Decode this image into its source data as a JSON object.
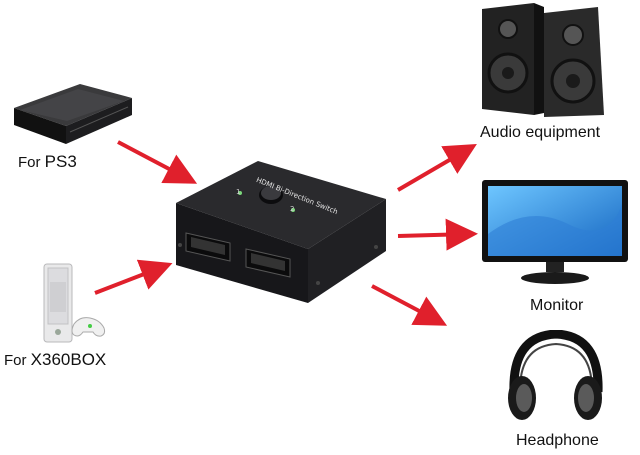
{
  "inputs": [
    {
      "label_prefix": "For ",
      "label_name": "PS3",
      "icon": "ps3-console-icon"
    },
    {
      "label_prefix": "For ",
      "label_name": "X360BOX",
      "icon": "xbox360-console-icon"
    }
  ],
  "switch": {
    "device_text": "HDMI Bi-Direction Switch",
    "port_1": "1",
    "port_2": "2"
  },
  "outputs": [
    {
      "label": "Audio equipment",
      "icon": "speakers-icon"
    },
    {
      "label": "Monitor",
      "icon": "monitor-icon"
    },
    {
      "label": "Headphone",
      "icon": "headphone-icon"
    }
  ],
  "colors": {
    "arrow": "#e0202c",
    "device_body": "#1c1c1e",
    "label_text": "#111111"
  }
}
